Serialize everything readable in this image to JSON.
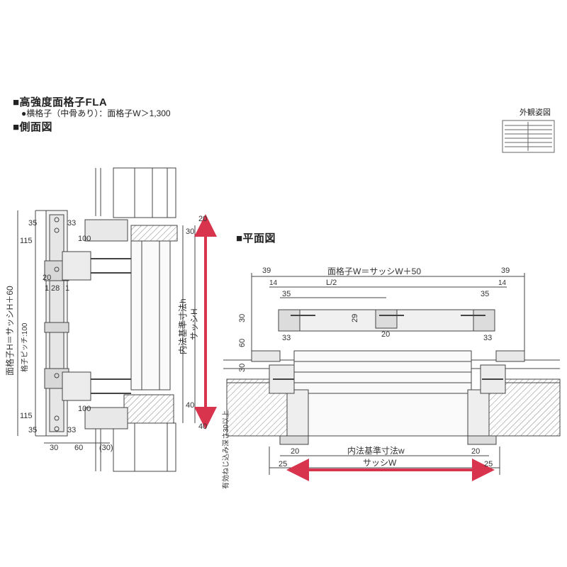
{
  "header": {
    "title": "■高強度面格子FLA",
    "subtitle": "●横格子（中骨あり）：面格子W＞1,300",
    "side_view_title": "■側面図",
    "plan_view_title": "■平面図",
    "appearance_label": "外観姿図"
  },
  "side_view": {
    "dim_35_top": "35",
    "dim_115_top": "115",
    "dim_20": "20",
    "dim_1_left": "1",
    "dim_28": "28",
    "dim_1_right": "1",
    "dim_33_top": "33",
    "dim_100_top": "100",
    "dim_20_top_right": "20",
    "dim_30_top": "30",
    "height_label": "面格子H＝サッシH＋60",
    "pitch_label": "格子ピッチ:100",
    "inner_dim_label": "内法基準寸法h",
    "sash_h_label": "サッシH",
    "dim_115_bottom": "115",
    "dim_35_bottom": "35",
    "dim_33_bottom": "33",
    "dim_100_bottom": "100",
    "dim_40_mid": "40",
    "dim_40_bottom": "40",
    "dim_30_bottom": "30",
    "dim_60": "60",
    "dim_30_paren": "(30)"
  },
  "plan_view": {
    "total_label": "面格子W＝サッシW＋50",
    "dim_39_left": "39",
    "dim_39_right": "39",
    "dim_14_left": "14",
    "dim_14_right": "14",
    "half_label": "L/2",
    "dim_35_left": "35",
    "dim_35_right": "35",
    "dim_30": "30",
    "dim_29": "29",
    "dim_20_mid": "20",
    "dim_33_left": "33",
    "dim_33_right": "33",
    "dim_60": "60",
    "dim_30_lower": "30",
    "screw_note": "有効ねじ込み深さ30以上",
    "dim_20_bl": "20",
    "dim_20_br": "20",
    "inner_dim_label": "内法基準寸法w",
    "dim_25_left": "25",
    "dim_25_right": "25",
    "sash_w_label": "サッシW"
  },
  "colors": {
    "arrow": "#d8344e",
    "line": "#444444",
    "fill": "#dcdcdc"
  }
}
